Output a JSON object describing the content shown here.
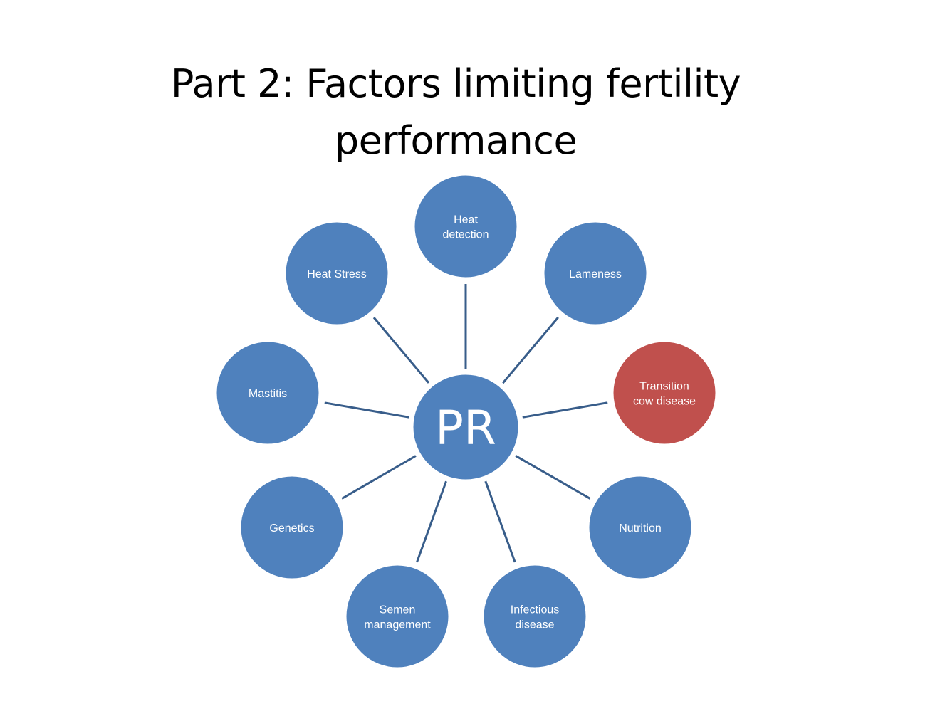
{
  "title": {
    "line1": "Part 2: Factors limiting fertility",
    "line2": "performance"
  },
  "colors": {
    "node_fill": "#4F81BD",
    "node_stroke": "#ffffff",
    "highlight_fill": "#C0504D",
    "spoke": "#385D8A",
    "label": "#ffffff"
  },
  "hub": {
    "label": "PR"
  },
  "factors": [
    {
      "id": "heat-detection",
      "lines": [
        "Heat",
        "detection"
      ],
      "highlight": false
    },
    {
      "id": "lameness",
      "lines": [
        "Lameness"
      ],
      "highlight": false
    },
    {
      "id": "transition-cow-disease",
      "lines": [
        "Transition",
        "cow disease"
      ],
      "highlight": true
    },
    {
      "id": "nutrition",
      "lines": [
        "Nutrition"
      ],
      "highlight": false
    },
    {
      "id": "infectious-disease",
      "lines": [
        "Infectious",
        "disease"
      ],
      "highlight": false
    },
    {
      "id": "semen-management",
      "lines": [
        "Semen",
        "management"
      ],
      "highlight": false
    },
    {
      "id": "genetics",
      "lines": [
        "Genetics"
      ],
      "highlight": false
    },
    {
      "id": "mastitis",
      "lines": [
        "Mastitis"
      ],
      "highlight": false
    },
    {
      "id": "heat-stress",
      "lines": [
        "Heat Stress"
      ],
      "highlight": false
    }
  ]
}
